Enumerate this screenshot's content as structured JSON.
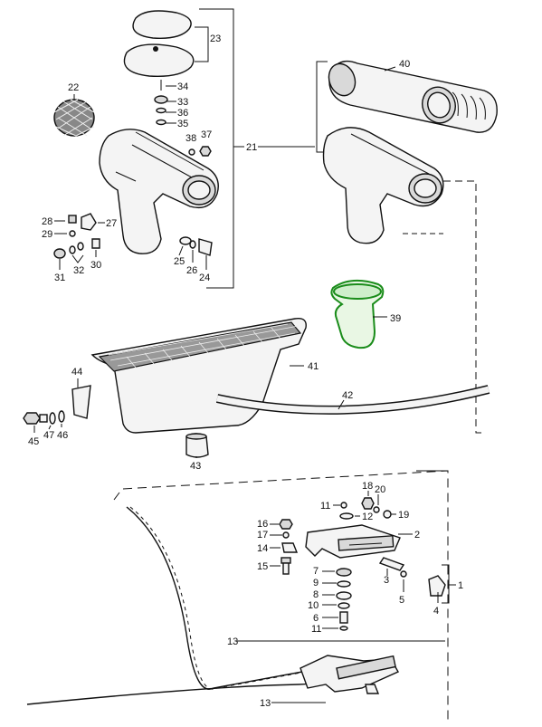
{
  "labels": {
    "p1": "1",
    "p2": "2",
    "p3": "3",
    "p4": "4",
    "p5": "5",
    "p6": "6",
    "p7": "7",
    "p8": "8",
    "p9": "9",
    "p10": "10",
    "p11a": "11",
    "p11b": "11",
    "p12": "12",
    "p13a": "13",
    "p13b": "13",
    "p14": "14",
    "p15": "15",
    "p16": "16",
    "p17": "17",
    "p18": "18",
    "p19": "19",
    "p20": "20",
    "p21": "21",
    "p22": "22",
    "p23": "23",
    "p24": "24",
    "p25": "25",
    "p26": "26",
    "p27": "27",
    "p28": "28",
    "p29": "29",
    "p30": "30",
    "p31": "31",
    "p32": "32",
    "p33": "33",
    "p34": "34",
    "p35": "35",
    "p36": "36",
    "p37": "37",
    "p38": "38",
    "p39": "39",
    "p40": "40",
    "p41": "41",
    "p42": "42",
    "p43": "43",
    "p44": "44",
    "p45": "45",
    "p46": "46",
    "p47": "47"
  },
  "highlight_color": "#1a8c1a"
}
